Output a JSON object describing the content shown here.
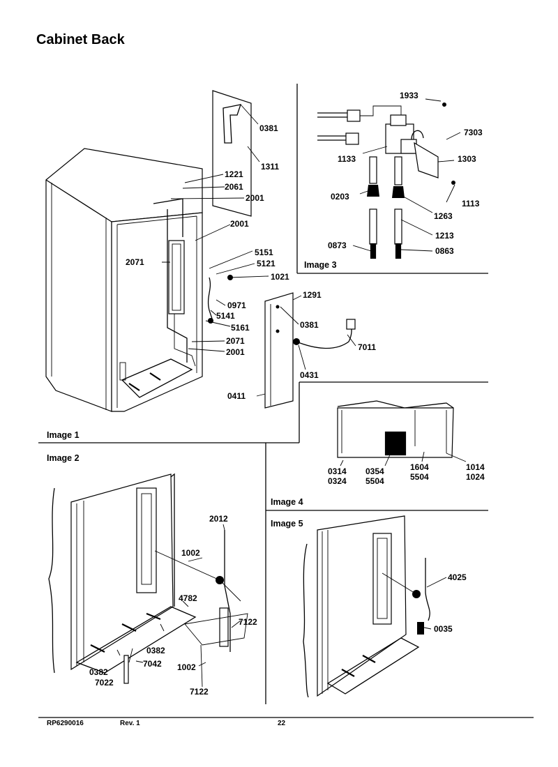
{
  "header": {
    "title": "Cabinet Back"
  },
  "images": [
    {
      "id": "1",
      "caption": "Image 1",
      "callouts": [
        "0381",
        "1311",
        "1221",
        "2061",
        "2001",
        "2001",
        "2071",
        "5151",
        "5121",
        "1021",
        "0971",
        "5141",
        "5161",
        "2071",
        "2001",
        "1291",
        "0381",
        "7011",
        "0431",
        "0411"
      ]
    },
    {
      "id": "2",
      "caption": "Image 2",
      "callouts": [
        "2012",
        "1002",
        "4782",
        "7122",
        "0382",
        "0382",
        "7042",
        "7022",
        "1002",
        "7122"
      ]
    },
    {
      "id": "3",
      "caption": "Image 3",
      "callouts": [
        "1933",
        "7303",
        "1133",
        "1303",
        "0203",
        "1263",
        "1113",
        "1213",
        "0873",
        "0863"
      ]
    },
    {
      "id": "4",
      "caption": "Image 4",
      "callouts": [
        "0314",
        "0324",
        "0354",
        "5504",
        "1604",
        "5504",
        "1014",
        "1024"
      ]
    },
    {
      "id": "5",
      "caption": "Image 5",
      "callouts": [
        "4025",
        "0035"
      ]
    }
  ],
  "footer": {
    "doc_number": "RP6290016",
    "revision": "Rev. 1",
    "page": "22"
  }
}
